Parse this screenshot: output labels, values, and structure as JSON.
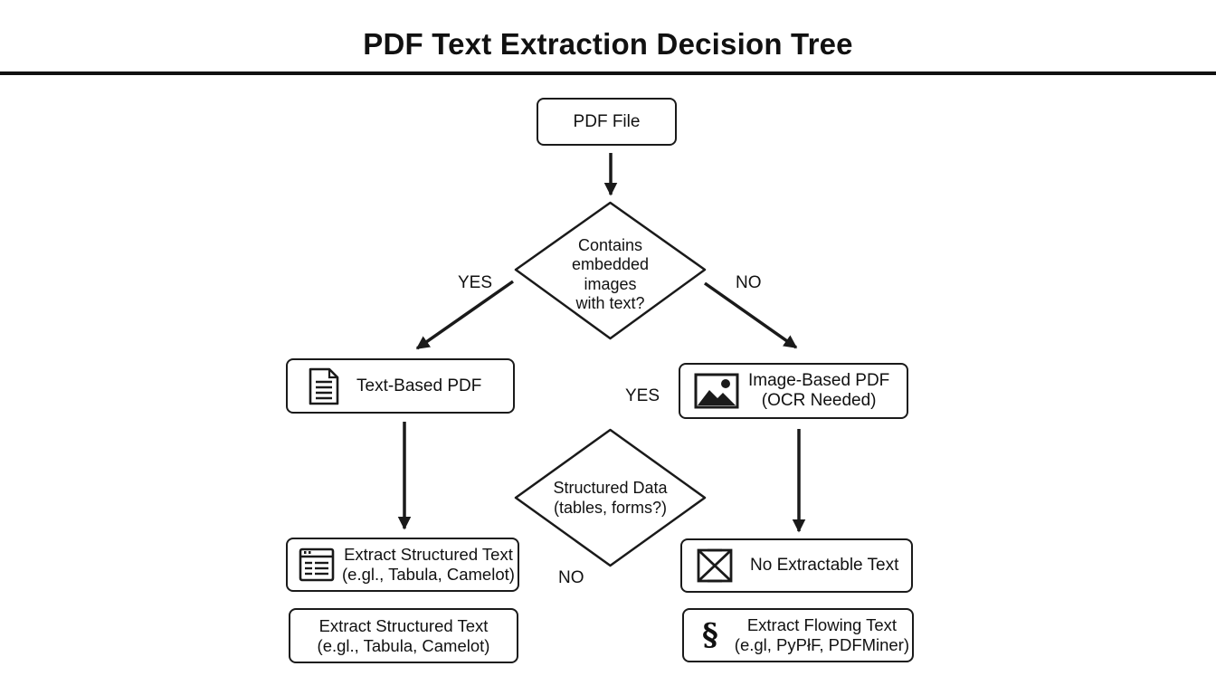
{
  "title": "PDF Text Extraction Decision Tree",
  "nodes": {
    "pdf_file": {
      "label": "PDF File"
    },
    "decision_images": {
      "lines": [
        "Contains",
        "embedded",
        "images",
        "with text?"
      ]
    },
    "text_based": {
      "label": "Text-Based PDF",
      "icon": "document-icon"
    },
    "image_based": {
      "lines": [
        "Image-Based PDF",
        "(OCR Needed)"
      ],
      "icon": "image-icon"
    },
    "decision_structured": {
      "lines": [
        "Structured Data",
        "(tables, forms?)"
      ]
    },
    "extract_structured_icon": {
      "lines": [
        "Extract Structured Text",
        "(e.gl., Tabula, Camelot)"
      ],
      "icon": "table-icon"
    },
    "extract_structured": {
      "lines": [
        "Extract Structured Text",
        "(e.gl., Tabula, Camelot)"
      ]
    },
    "no_text": {
      "label": "No Extractable Text",
      "icon": "x-box-icon"
    },
    "extract_flowing": {
      "lines": [
        "Extract Flowing Text",
        "(e.gl, PyPłF, PDFMiner)"
      ],
      "icon": "section-icon",
      "glyph": "§"
    }
  },
  "branch_labels": {
    "yes_left": "YES",
    "no_right": "NO",
    "yes_middle": "YES",
    "no_middle": "NO"
  },
  "colors": {
    "stroke": "#1a1a1a",
    "background": "#ffffff",
    "text": "#111111"
  }
}
